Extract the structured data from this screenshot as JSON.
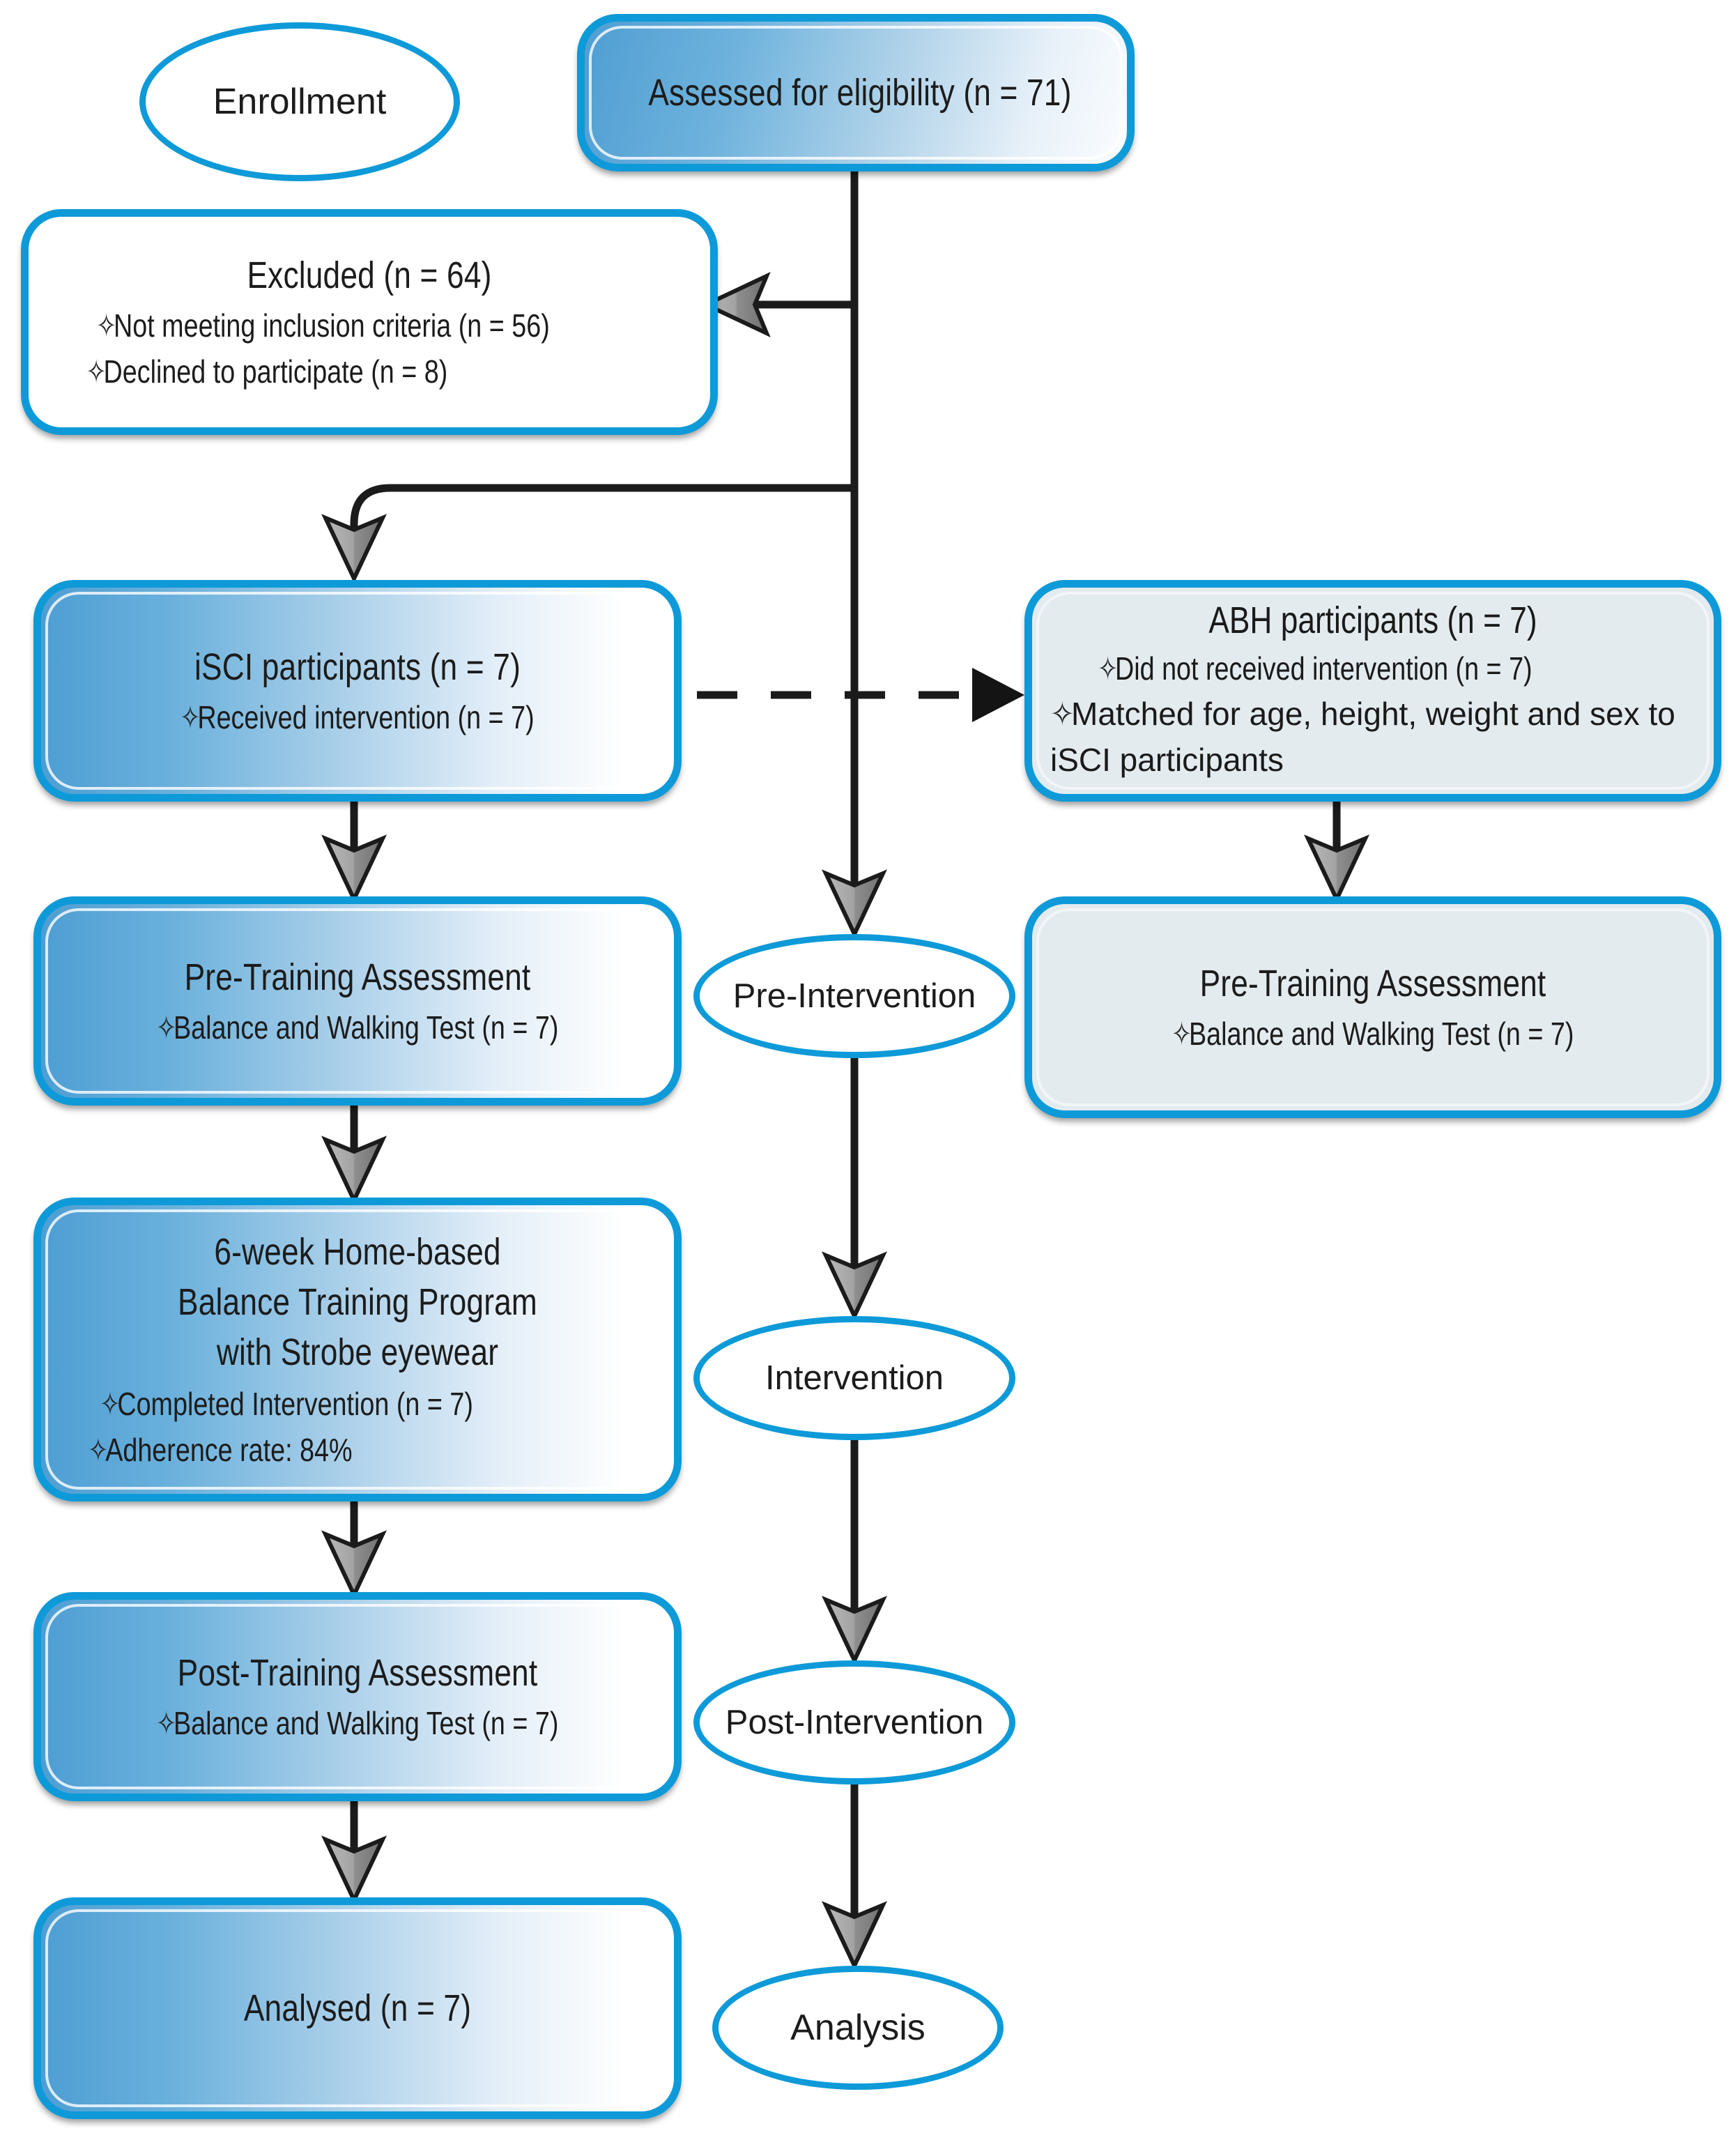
{
  "diagram": {
    "type": "consort-flow-diagram",
    "accent_color": "#0e9ad8",
    "box_fill_gradient": "blue-to-white",
    "abh_fill": "#e3ebef",
    "arrow_fill": "#9a9a9a",
    "bullet_glyph": "✧"
  },
  "stages": {
    "enrollment": "Enrollment",
    "pre_intervention": "Pre-Intervention",
    "intervention": "Intervention",
    "post_intervention": "Post-Intervention",
    "analysis": "Analysis"
  },
  "nodes": {
    "assessed": {
      "title": "Assessed for eligibility (n = 71)"
    },
    "excluded": {
      "title": "Excluded (n = 64)",
      "bullets": [
        "Not meeting inclusion criteria (n = 56)",
        "Declined to participate (n = 8)"
      ]
    },
    "isci": {
      "title": "iSCI participants (n = 7)",
      "bullets": [
        "Received intervention (n = 7)"
      ]
    },
    "abh": {
      "title": "ABH participants (n = 7)",
      "bullets": [
        "Did not received intervention (n = 7)",
        "Matched for age, height, weight and sex to iSCI participants"
      ]
    },
    "pre_assessment_isci": {
      "title": "Pre-Training Assessment",
      "bullets": [
        "Balance and Walking Test (n = 7)"
      ]
    },
    "pre_assessment_abh": {
      "title": "Pre-Training Assessment",
      "bullets": [
        "Balance and Walking Test (n = 7)"
      ]
    },
    "training": {
      "title_lines": [
        "6-week Home-based",
        "Balance Training Program",
        "with Strobe eyewear"
      ],
      "bullets": [
        "Completed Intervention (n = 7)",
        "Adherence rate: 84%"
      ]
    },
    "post_assessment": {
      "title": "Post-Training Assessment",
      "bullets": [
        "Balance and Walking Test (n = 7)"
      ]
    },
    "analysed": {
      "title": "Analysed (n = 7)"
    }
  }
}
